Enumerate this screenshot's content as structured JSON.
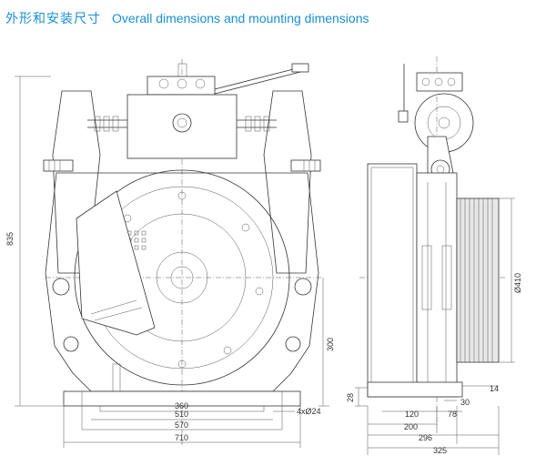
{
  "header": {
    "title_cn": "外形和安装尺寸",
    "title_en": "Overall dimensions and mounting dimensions"
  },
  "front_view": {
    "dim_height": "835",
    "dim_bottom_1": "360",
    "dim_bottom_2": "510",
    "dim_bottom_3": "570",
    "dim_bottom_4": "710",
    "dim_holes": "4xØ24",
    "dim_center_height": "300"
  },
  "side_view": {
    "dim_diameter": "Ø410",
    "dim_28": "28",
    "dim_14": "14",
    "dim_30": "30",
    "dim_120": "120",
    "dim_78": "78",
    "dim_200": "200",
    "dim_296": "296",
    "dim_325": "325"
  }
}
